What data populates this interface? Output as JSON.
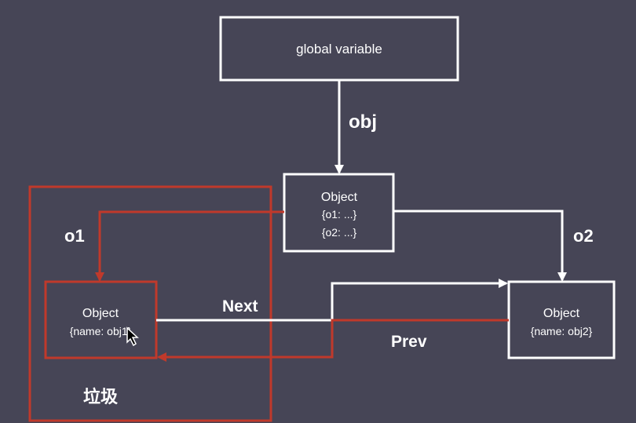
{
  "colors": {
    "background": "#464556",
    "white_line": "#ffffff",
    "red_line": "#c0392b",
    "text": "#ffffff"
  },
  "nodes": {
    "global": {
      "label": "global variable"
    },
    "root": {
      "title": "Object",
      "line1": "{o1:  ...}",
      "line2": "{o2:  ...}"
    },
    "obj1": {
      "title": "Object",
      "line1": "{name: obj1}"
    },
    "obj2": {
      "title": "Object",
      "line1": "{name: obj2}"
    }
  },
  "edges": {
    "obj": "obj",
    "o1": "o1",
    "o2": "o2",
    "next": "Next",
    "prev": "Prev"
  },
  "garbage_region": {
    "label": "垃圾"
  },
  "icons": {
    "cursor": "mouse-cursor-icon"
  }
}
